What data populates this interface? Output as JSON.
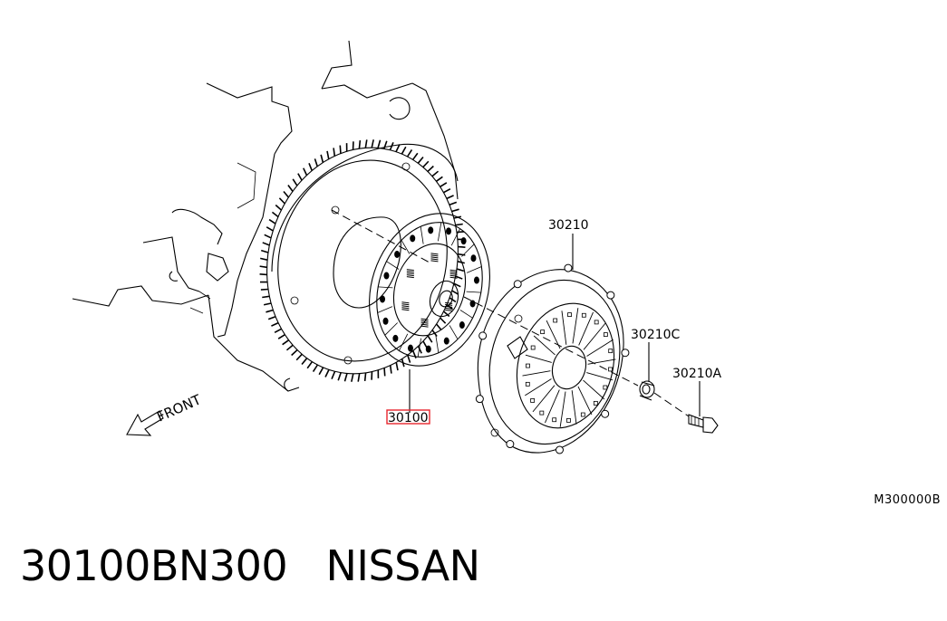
{
  "callouts": {
    "clutch_disc": "30100",
    "clutch_cover": "30210",
    "cover_part_c": "30210C",
    "cover_bolt": "30210A"
  },
  "direction_label": "FRONT",
  "reference_code": "M300000B",
  "part_number": "30100BN300",
  "brand": "NISSAN",
  "highlight_color": "#e8262d"
}
